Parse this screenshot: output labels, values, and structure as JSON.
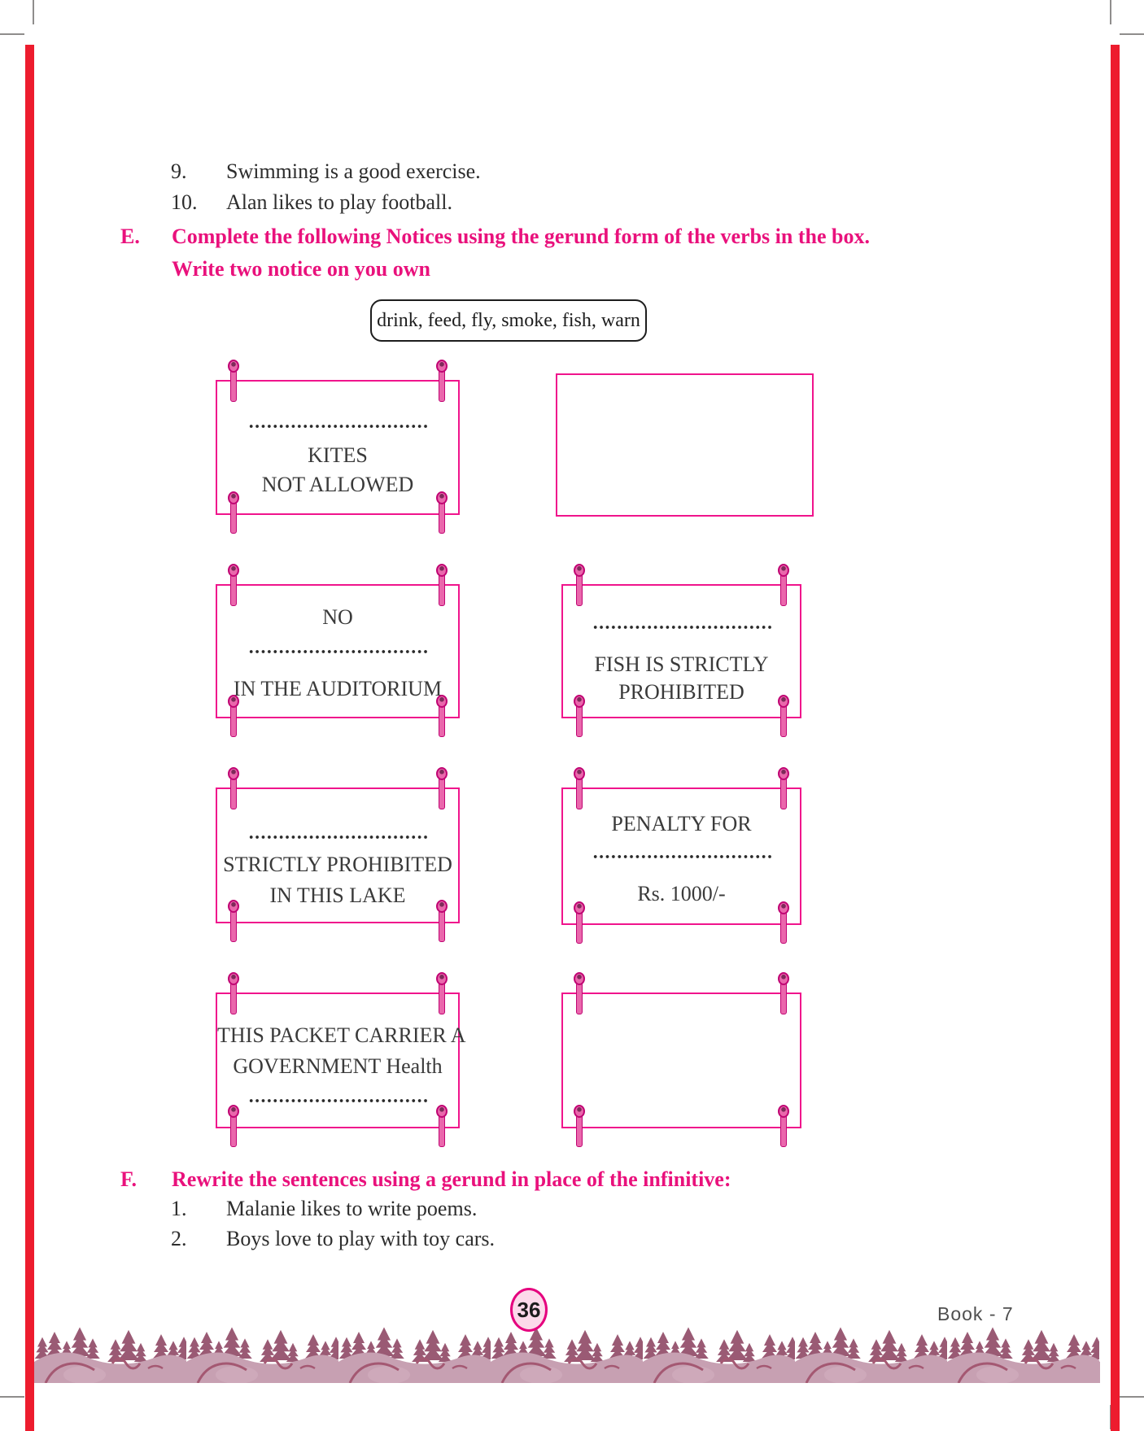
{
  "colors": {
    "accent_magenta": "#e9117c",
    "notice_border": "#f0148c",
    "pin_pink": "#ea67ac",
    "red_bar": "#ed1c2e",
    "footer_tree": "#9a5a74",
    "footer_hill": "#c7a0b2",
    "badge_fill": "#fcd9ea"
  },
  "list_top": {
    "items": [
      {
        "num": "9.",
        "text": "Swimming is a good exercise."
      },
      {
        "num": "10.",
        "text": "Alan likes to play football."
      }
    ]
  },
  "section_e": {
    "label": "E.",
    "heading_line1": "Complete the following Notices using the gerund form of the verbs in the box.",
    "heading_line2": "Write two notice on you own",
    "word_bank": "drink, feed, fly, smoke, fish, warn",
    "notices": {
      "kites": {
        "lines": [
          {
            "blank": true
          },
          {
            "text": "KITES"
          },
          {
            "text": "NOT ALLOWED"
          }
        ]
      },
      "empty_top": {
        "lines": []
      },
      "auditorium": {
        "lines": [
          {
            "text": "NO"
          },
          {
            "blank": true
          },
          {
            "text": "IN THE AUDITORIUM"
          }
        ]
      },
      "fish": {
        "lines": [
          {
            "blank": true
          },
          {
            "text": "FISH IS STRICTLY"
          },
          {
            "text": "PROHIBITED"
          }
        ]
      },
      "lake": {
        "lines": [
          {
            "blank": true
          },
          {
            "text": "STRICTLY PROHIBITED"
          },
          {
            "text": "IN THIS LAKE"
          }
        ]
      },
      "penalty": {
        "lines": [
          {
            "text": "PENALTY FOR"
          },
          {
            "blank": true
          },
          {
            "text": "Rs. 1000/-"
          }
        ]
      },
      "packet": {
        "lines": [
          {
            "text": "THIS PACKET CARRIER A"
          },
          {
            "text": "GOVERNMENT Health"
          },
          {
            "blank": true
          }
        ]
      },
      "empty_bottom": {
        "lines": []
      }
    }
  },
  "section_f": {
    "label": "F.",
    "heading": "Rewrite the sentences using a gerund in place of the infinitive:",
    "items": [
      {
        "num": "1.",
        "text": "Malanie likes to write poems."
      },
      {
        "num": "2.",
        "text": "Boys love to play with toy cars."
      }
    ]
  },
  "footer": {
    "page_number": "36",
    "book_label": "Book - 7"
  }
}
